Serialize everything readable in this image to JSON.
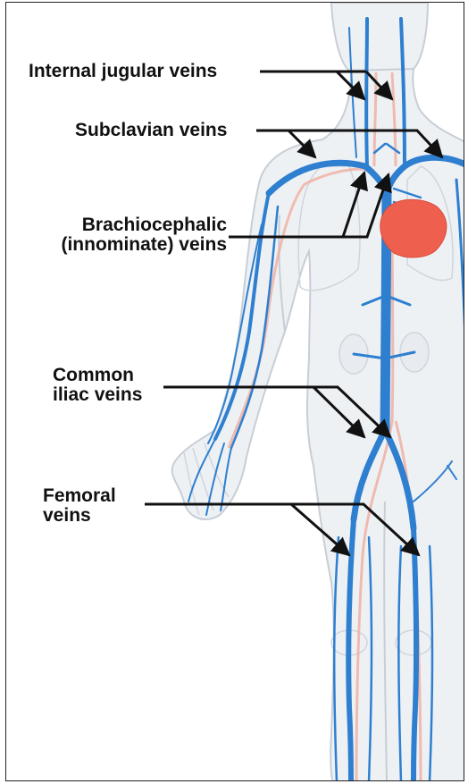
{
  "labels": {
    "internal_jugular": "Internal jugular veins",
    "subclavian": "Subclavian veins",
    "brachiocephalic_line1": "Brachiocephalic",
    "brachiocephalic_line2": "(innominate) veins",
    "common_iliac_line1": "Common",
    "common_iliac_line2": "iliac veins",
    "femoral_line1": "Femoral",
    "femoral_line2": "veins"
  },
  "colors": {
    "body_fill": "#eef1f4",
    "body_outline": "#c8ced6",
    "vein": "#2e7fd0",
    "vein_light": "#6fa8e0",
    "artery": "#f0a89a",
    "heart": "#ee5f4e",
    "pointer": "#111111"
  }
}
